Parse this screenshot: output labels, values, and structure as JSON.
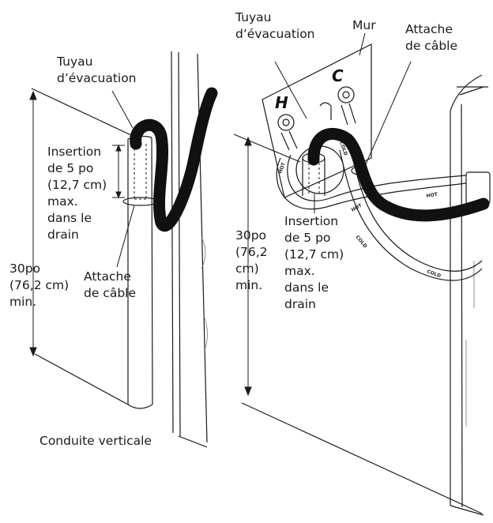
{
  "left": {
    "drain_hose": [
      "Tuyau",
      "d’évacuation"
    ],
    "insertion": [
      "Insertion",
      "de 5 po",
      "(12,7 cm)",
      "max.",
      "dans le",
      "drain"
    ],
    "height": [
      "30po",
      "(76,2 cm)",
      "min."
    ],
    "cable_tie": [
      "Attache",
      "de câble"
    ],
    "standpipe": [
      "Conduite verticale"
    ]
  },
  "right": {
    "drain_hose": [
      "Tuyau",
      "d’évacuation"
    ],
    "wall": [
      "Mur"
    ],
    "cable_tie": [
      "Attache",
      "de câble"
    ],
    "hot_valve": "H",
    "cold_valve": "C",
    "insertion": [
      "Insertion",
      "de 5 po",
      "(12,7 cm)",
      "max.",
      "dans le",
      "drain"
    ],
    "height": [
      "30po",
      "(76,2",
      "cm)",
      "min."
    ],
    "hose_tags": [
      "HOT",
      "COLD",
      "HOT",
      "COLD",
      "HOT",
      "COLD"
    ]
  }
}
